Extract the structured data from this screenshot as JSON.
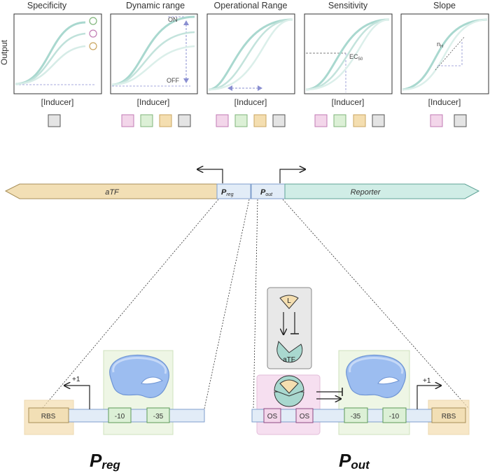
{
  "colors": {
    "teal": "#a9d8cf",
    "teal_dark": "#7fbfb3",
    "pink": "#f3d6ea",
    "pink_border": "#c27bb4",
    "green": "#dcf0d6",
    "green_border": "#7fb57a",
    "tan": "#f4deb0",
    "tan_border": "#caa560",
    "grey": "#e4e4e4",
    "grey_border": "#555555",
    "gene_tan": "#f2dfb5",
    "gene_teal": "#d0ede6",
    "arrow_purple": "#8a8fd1"
  },
  "panels": [
    {
      "title": "Specificity",
      "xlabel": "[Inducer]",
      "swatches": [
        "grey"
      ]
    },
    {
      "title": "Dynamic range",
      "xlabel": "[Inducer]",
      "swatches": [
        "pink",
        "green",
        "tan",
        "grey"
      ],
      "on_label": "ON",
      "off_label": "OFF"
    },
    {
      "title": "Operational Range",
      "xlabel": "[Inducer]",
      "swatches": [
        "pink",
        "green",
        "tan",
        "grey"
      ]
    },
    {
      "title": "Sensitivity",
      "xlabel": "[Inducer]",
      "swatches": [
        "pink",
        "green",
        "tan",
        "grey"
      ],
      "ec_label": "EC",
      "ec_sub": "50"
    },
    {
      "title": "Slope",
      "xlabel": "[Inducer]",
      "swatches": [
        "pink",
        "grey"
      ],
      "n_label": "n",
      "n_sub": "H"
    }
  ],
  "y_axis_label": "Output",
  "genes": {
    "atf_label": "aTF",
    "preg_P": "P",
    "preg_sub": "reg",
    "pout_P": "P",
    "pout_sub": "out",
    "reporter_label": "Reporter"
  },
  "preg_detail": {
    "rbs": "RBS",
    "plus1": "+1",
    "box1": "-10",
    "box2": "-35",
    "title_P": "P",
    "title_sub": "reg"
  },
  "pout_detail": {
    "ligand": "L",
    "atf": "aTF",
    "os1": "OS",
    "os2": "OS",
    "box1": "-35",
    "box2": "-10",
    "plus1": "+1",
    "rbs": "RBS",
    "title_P": "P",
    "title_sub": "out"
  }
}
